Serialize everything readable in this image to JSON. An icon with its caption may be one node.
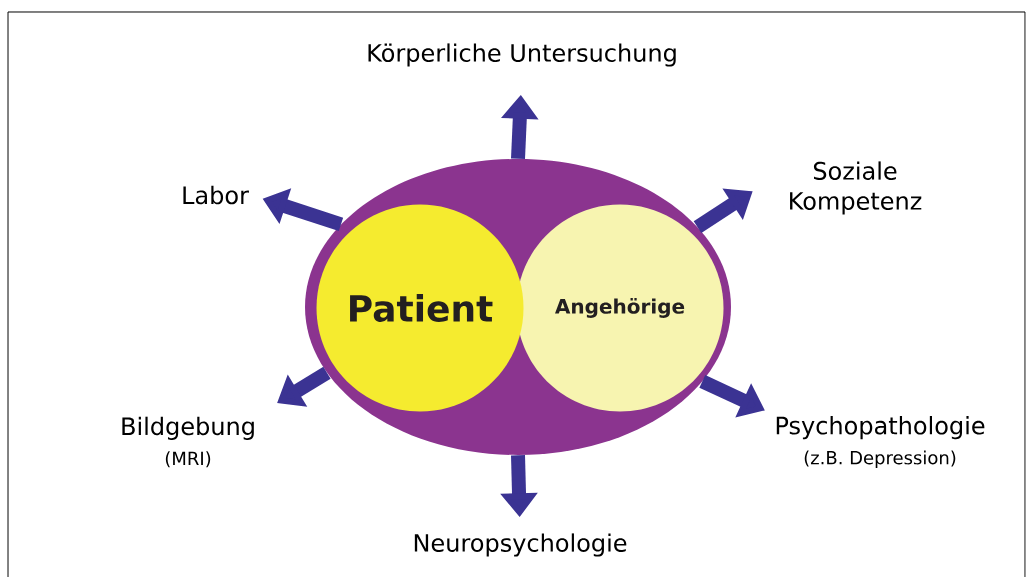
{
  "diagram": {
    "nodes": [
      {
        "text": [],
        "shape": "ellipse"
      },
      {
        "text": [
          "Patient"
        ],
        "in": 0
      },
      {
        "text": [
          "Angehörige"
        ],
        "in": 0
      },
      {
        "text": [
          "Körperliche Untersuchung"
        ]
      },
      {
        "text": [
          "Labor"
        ]
      },
      {
        "text": [
          "Soziale Kompetenz"
        ]
      },
      {
        "text": [
          "Bildgebung",
          "(MRI)"
        ]
      },
      {
        "text": [
          "Psychopathologie",
          "(z.B. Depression)"
        ]
      },
      {
        "text": [
          "Neuropsychologie"
        ]
      }
    ],
    "edges": [
      {
        "from": 0,
        "to": 3,
        "arrow": "to"
      },
      {
        "from": 0,
        "to": 4,
        "arrow": "to"
      },
      {
        "from": 0,
        "to": 5,
        "arrow": "to"
      },
      {
        "from": 0,
        "to": 6,
        "arrow": "to"
      },
      {
        "from": 0,
        "to": 7,
        "arrow": "to"
      },
      {
        "from": 0,
        "to": 8,
        "arrow": "to"
      }
    ]
  }
}
